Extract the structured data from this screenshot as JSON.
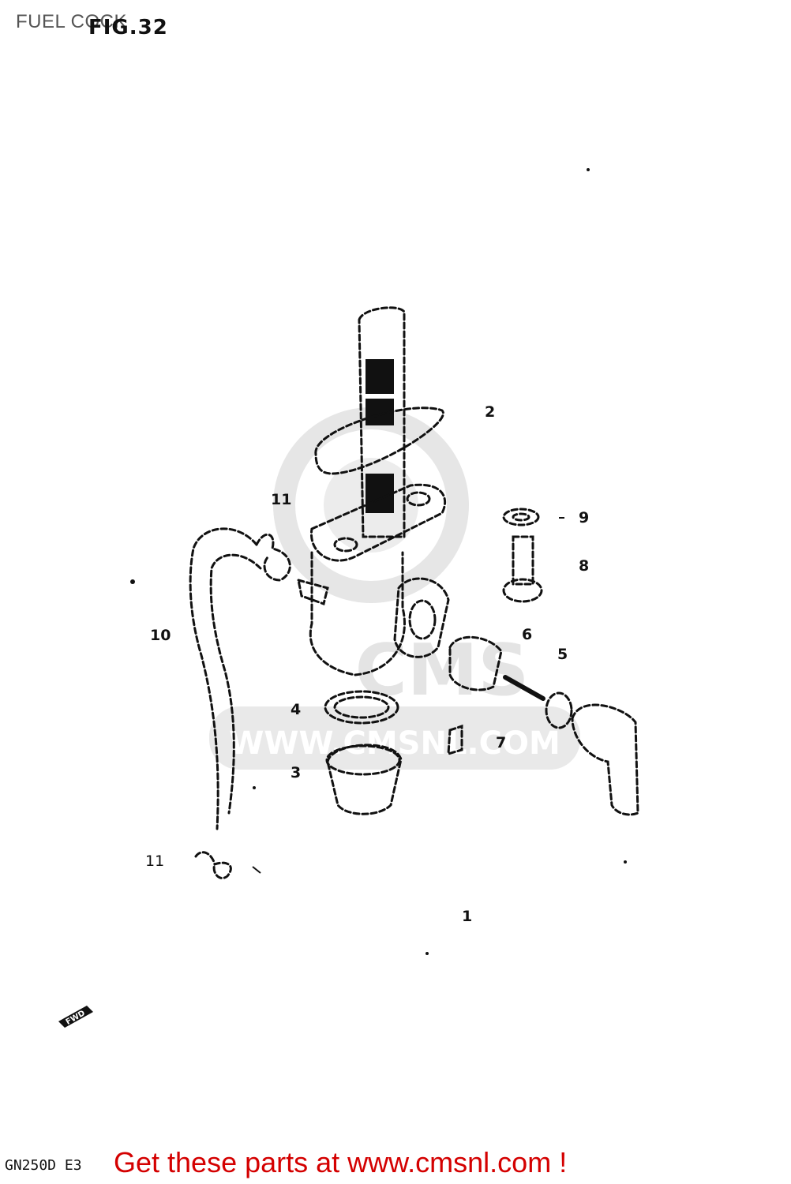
{
  "header": {
    "title": "FUEL COCK",
    "figure_label": "FIG.32"
  },
  "callouts": [
    "1",
    "2",
    "3",
    "4",
    "5",
    "6",
    "7",
    "8",
    "9",
    "10",
    "11",
    "11"
  ],
  "watermark": {
    "url": "WWW.CMSNL.COM",
    "brand": "CMS"
  },
  "fwd_label": "FWD",
  "footer": {
    "model_code": "GN250D E3",
    "promo_text": "Get these parts at www.cmsnl.com !"
  },
  "colors": {
    "promo": "#d40000",
    "line": "#111111",
    "watermark": "#e6e6e6"
  }
}
